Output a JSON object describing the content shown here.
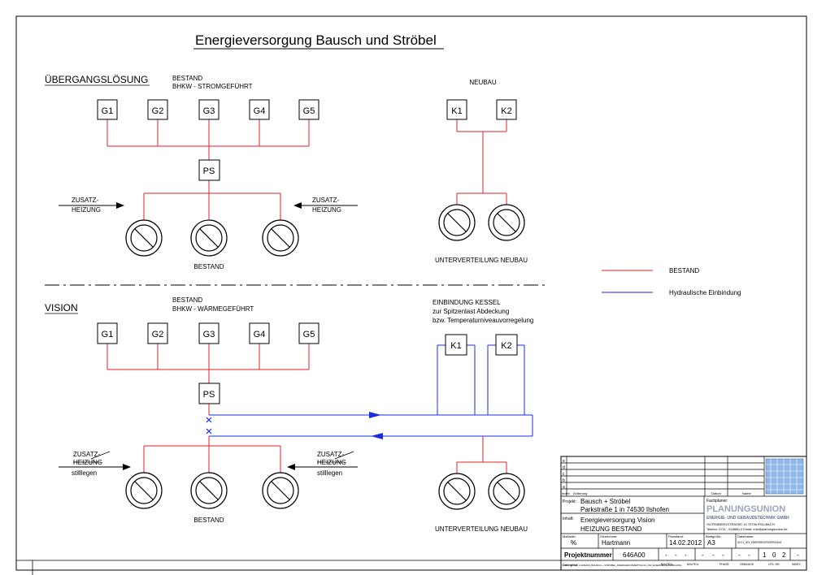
{
  "title": "Energieversorgung Bausch und Ströbel",
  "sections": {
    "uebergang": {
      "label": "ÜBERGANGSLÖSUNG",
      "bestand_line1": "BESTAND",
      "bestand_line2": "BHKW - STROMGEFÜHRT",
      "generators": [
        "G1",
        "G2",
        "G3",
        "G4",
        "G5"
      ],
      "ps": "PS",
      "zusatz_left": [
        "ZUSATZ-",
        "HEIZUNG"
      ],
      "zusatz_right": [
        "ZUSATZ-",
        "HEIZUNG"
      ],
      "consumer_label": "BESTAND",
      "neubau_label": "NEUBAU",
      "boilers": [
        "K1",
        "K2"
      ],
      "unterverteilung": "UNTERVERTEILUNG  NEUBAU"
    },
    "vision": {
      "label": "VISION",
      "bestand_line1": "BESTAND",
      "bestand_line2": "BHKW - WÄRMEGEFÜHRT",
      "generators": [
        "G1",
        "G2",
        "G3",
        "G4",
        "G5"
      ],
      "ps": "PS",
      "zusatz_left": [
        "ZUSATZ-",
        "HEIZUNG",
        "stilllegen"
      ],
      "zusatz_right": [
        "ZUSATZ-",
        "HEIZUNG",
        "stilllegen"
      ],
      "consumer_label": "BESTAND",
      "kessel_lines": [
        "EINBINDUNG KESSEL",
        "zur Spitzenlast Abdeckung",
        "bzw. Temperaturniveauvorregelung"
      ],
      "boilers": [
        "K1",
        "K2"
      ],
      "unterverteilung": "UNTERVERTEILUNG  NEUBAU"
    }
  },
  "legend": [
    {
      "label": "BESTAND",
      "color": "#e0202a"
    },
    {
      "label": "Hydraulische Einbindung",
      "color": "#1a2de0"
    }
  ],
  "title_block": {
    "rev_letters": [
      "e",
      "d",
      "c",
      "b",
      "a"
    ],
    "index_label": "Index",
    "aenderung_label": "Änderung",
    "datum_label": "Datum",
    "name_label": "Name",
    "projekt_label": "Projekt:",
    "projekt_line1": "Bausch + Ströbel",
    "projekt_line2": "Parkstraße 1 in 74530 Ilshofen",
    "inhalt_label": "Inhalt:",
    "inhalt_line1": "Energieversorgung Vision",
    "inhalt_line2": "HEIZUNG  BESTAND",
    "fachplaner_label": "Fachplaner:",
    "company_name": "PLANUNGSUNION",
    "company_sub": "ENERGIE- UND GEBÄUDETECHNIK GMBH",
    "company_addr": "GUTENBERGSTRASSE 14        70736 FELLBACH",
    "company_contact": "Telefon: 0711 - 518680-0     Email: info@planungsunion.de",
    "massstab_label": "Maßstab:",
    "massstab_value": "%",
    "gezeichnet_label": "Gezeichnet:",
    "gezeichnet_value": "Hartmann",
    "planstand_label": "Planstand:",
    "planstand_value": "14.02.2012",
    "blattgroesse_label": "Blattgröße:",
    "blattgroesse_value": "A3",
    "dateiname_label": "Dateiname:",
    "dateiname_value": "02.01_003_ENERGIEVERSORGUNG",
    "projektnummer_label": "Projektnummer",
    "projektnummer_value": "646A00",
    "code_cells": [
      "-",
      "-",
      "-",
      "-",
      "-",
      "-",
      "-",
      "-",
      "1",
      "0",
      "2",
      "-"
    ],
    "code_labels": [
      "BAUTEIL",
      "BAUTEIL",
      "PHASE",
      "GEBÄUDE",
      "LFD. NR.",
      "INDEX"
    ],
    "dateipfad_label": "Dateipfad:",
    "dateipfad_value": "L:\\646A00_BAUSCH + STRÖBEL_ENERGIEKONZEPT\\02.01_003_ENERGIEVERSORGUNG"
  }
}
